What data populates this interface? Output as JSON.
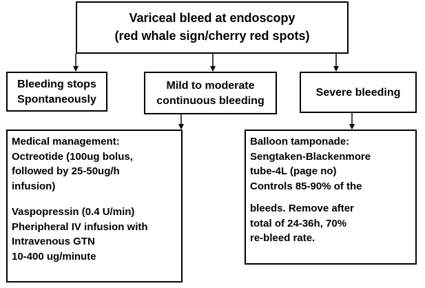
{
  "root": {
    "line1": "Variceal bleed at endoscopy",
    "line2": "(red whale sign/cherry red spots)"
  },
  "branch_left": {
    "line1": "Bleeding stops",
    "line2": "Spontaneously"
  },
  "branch_middle": {
    "line1": "Mild to moderate",
    "line2": "continuous bleeding"
  },
  "branch_right": {
    "line1": "Severe bleeding"
  },
  "medical": {
    "lines": [
      "Medical management:",
      " Octreotide (100ug bolus,",
      "followed by 25-50ug/h",
      " infusion)"
    ],
    "lines2": [
      "Vaspopressin (0.4 U/min)",
      "Pheripheral IV infusion with",
      "Intravenous GTN",
      "10-400 ug/minute"
    ]
  },
  "balloon": {
    "lines": [
      "Balloon tamponade:",
      "Sengtaken-Blackenmore",
      "tube-4L (page no)",
      "Controls 85-90% of the"
    ],
    "lines2": [
      "bleeds. Remove after",
      "total of 24-36h, 70%",
      "re-bleed rate."
    ]
  }
}
